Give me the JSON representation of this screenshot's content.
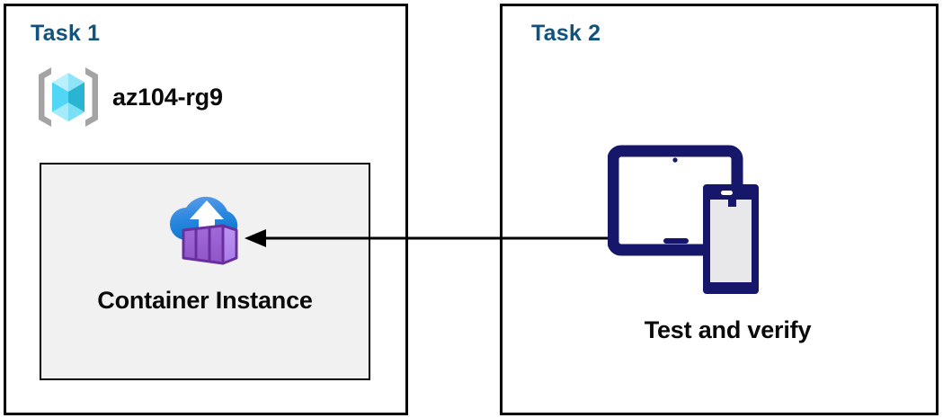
{
  "diagram": {
    "title": "Azure Container Instance task diagram",
    "background": "#ffffff"
  },
  "colors": {
    "panel_border": "#000000",
    "task_title": "#12537e",
    "body_text": "#0a0a0a",
    "inner_box_fill": "#f1f1f1",
    "inner_box_border": "#000000",
    "arrow": "#000000",
    "device_navy": "#16166b",
    "device_screen": "#e8e8ea",
    "resource_group_bracket": "#a3a3a3",
    "cube_light": "#9fe9fb",
    "cube_mid": "#4fd7f5",
    "cube_dark": "#2ab4d4",
    "cloud_top": "#5a9ae8",
    "cloud_bottom": "#0f7fd4",
    "container_front": "#9a5fd0",
    "container_side": "#b189ee",
    "container_outline": "#6a2f9e"
  },
  "panels": [
    {
      "id": "task-1",
      "title": "Task 1",
      "resource_group": {
        "icon": "azure-resource-group-icon",
        "label": "az104-rg9"
      },
      "inner_box": {
        "icon": "azure-container-instance-icon",
        "label": "Container Instance"
      }
    },
    {
      "id": "task-2",
      "title": "Task 2",
      "device": {
        "icon": "tablet-and-phone-icon",
        "label": "Test and verify"
      }
    }
  ],
  "connector": {
    "name": "arrow-task2-to-container-instance",
    "direction": "right-to-left",
    "from": "Test and verify",
    "to": "Container Instance"
  }
}
